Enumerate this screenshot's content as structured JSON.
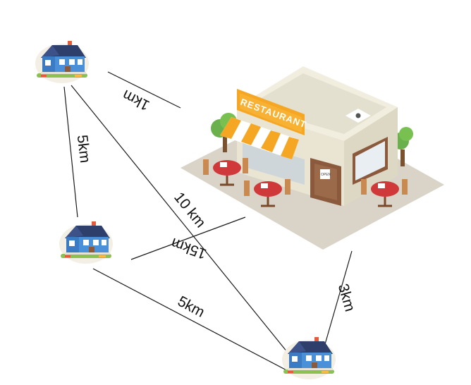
{
  "restaurant": {
    "sign": "RESTAURANT",
    "menu_tag": "OPEN"
  },
  "edges": [
    {
      "id": "house-a-restaurant",
      "label": "1km"
    },
    {
      "id": "house-a-house-b",
      "label": "5km"
    },
    {
      "id": "house-a-house-c",
      "label": "10 km"
    },
    {
      "id": "house-b-restaurant",
      "label": "15km"
    },
    {
      "id": "house-b-house-c",
      "label": "5km"
    },
    {
      "id": "house-c-restaurant",
      "label": "3km"
    }
  ],
  "colors": {
    "house_wall": "#4a90d9",
    "house_roof": "#2f3f6b",
    "restaurant_wall": "#e9e5d2",
    "awning_orange": "#f5a623",
    "awning_white": "#ffffff",
    "door": "#8b5a3c",
    "table_red": "#d0393a",
    "tree_green": "#6ab04c",
    "ground": "#d9d4c7"
  }
}
